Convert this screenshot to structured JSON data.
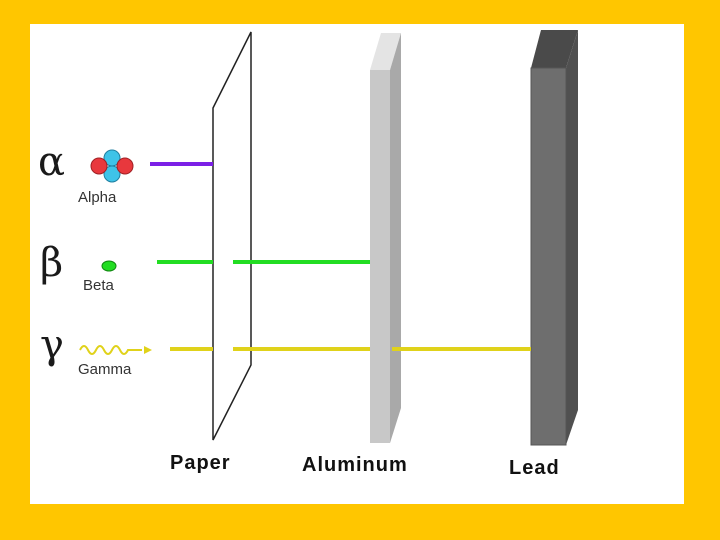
{
  "particles": {
    "alpha": {
      "symbol": "α",
      "label": "Alpha",
      "color": "#7B1FE6"
    },
    "beta": {
      "symbol": "β",
      "label": "Beta",
      "color": "#22DD22"
    },
    "gamma": {
      "symbol": "γ",
      "label": "Gamma",
      "color": "#E0D21A"
    }
  },
  "barriers": {
    "paper": {
      "label": "Paper"
    },
    "aluminum": {
      "label": "Aluminum"
    },
    "lead": {
      "label": "Lead"
    }
  },
  "colors": {
    "background": "#FFC600",
    "proton": "#E8383D",
    "neutron": "#3EC3E8",
    "aluminum_face": "#C8C8C8",
    "lead_face": "#6E6E6E"
  }
}
